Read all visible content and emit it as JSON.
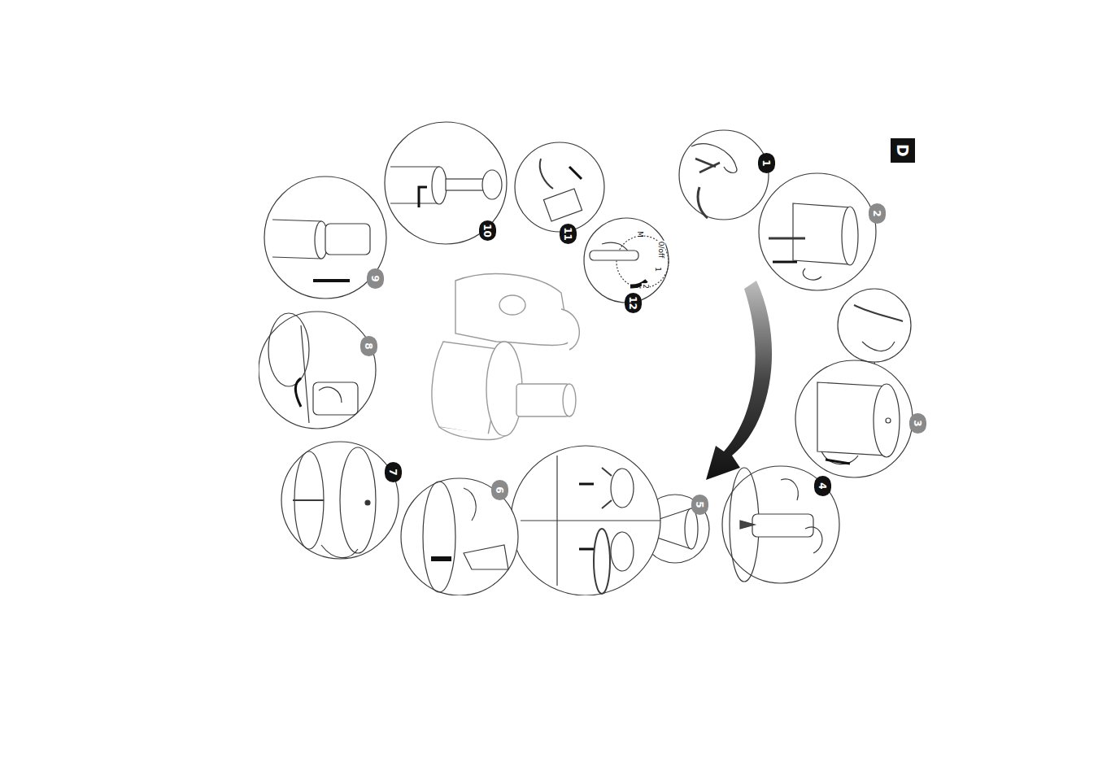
{
  "diagram": {
    "labels": [
      "D",
      "1",
      "2",
      "3",
      "4",
      "5",
      "6",
      "7",
      "8",
      "9",
      "10",
      "11",
      "12",
      "M",
      "0/off",
      "1",
      "2"
    ]
  }
}
